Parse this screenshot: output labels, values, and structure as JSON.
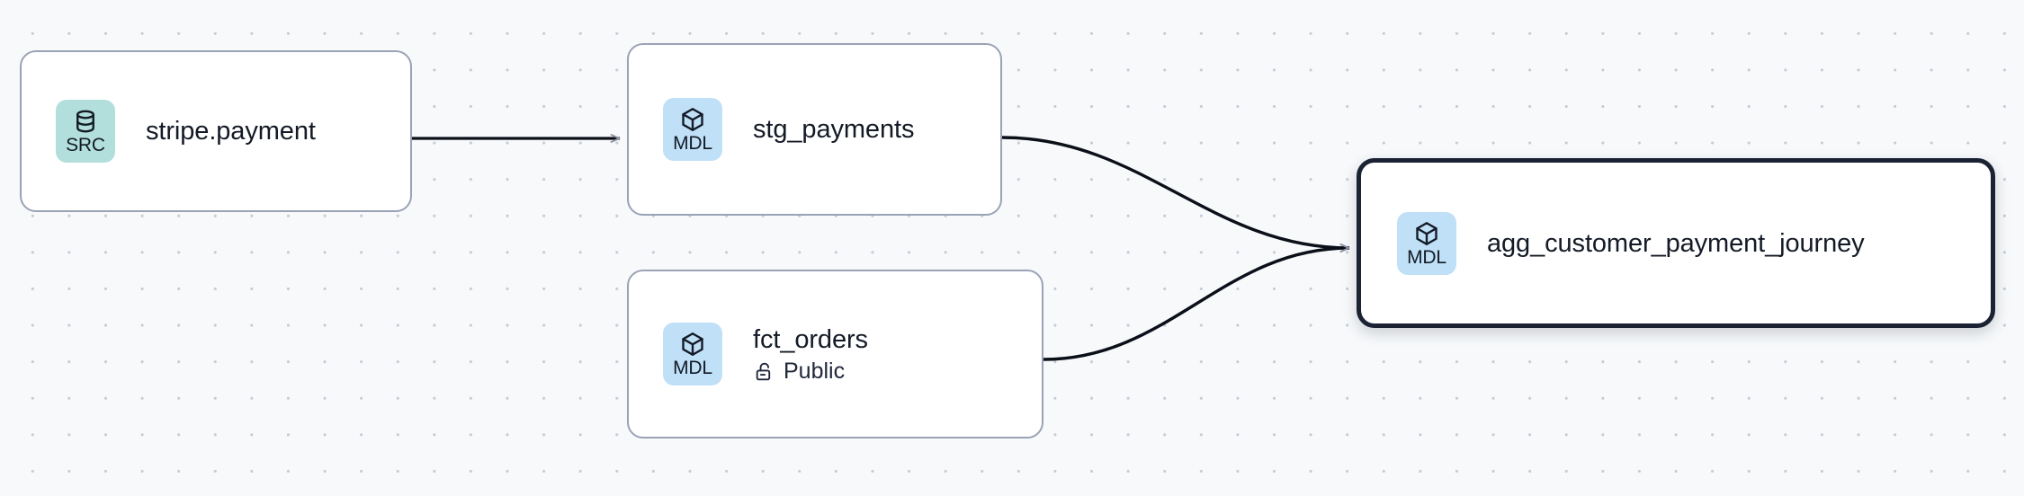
{
  "canvas": {
    "background_color": "#f7f9fb",
    "dot_grid_color": "#c7cbd6",
    "edge_color": "#0b0f18",
    "arrow_color": "#8f95a3"
  },
  "graph": {
    "title": "data lineage graph",
    "nodes": [
      {
        "id": "stripe-payment",
        "badge_label": "SRC",
        "badge_icon": "database-icon",
        "badge_color": "#b2dfdb",
        "title": "stripe.payment",
        "subtitle": null,
        "subtitle_icon": null,
        "selected": false
      },
      {
        "id": "stg-payments",
        "badge_label": "MDL",
        "badge_icon": "cube-icon",
        "badge_color": "#bfe0f7",
        "title": "stg_payments",
        "subtitle": null,
        "subtitle_icon": null,
        "selected": false
      },
      {
        "id": "fct-orders",
        "badge_label": "MDL",
        "badge_icon": "cube-icon",
        "badge_color": "#bfe0f7",
        "title": "fct_orders",
        "subtitle": "Public",
        "subtitle_icon": "unlock-icon",
        "selected": false
      },
      {
        "id": "agg-customer-payment-journey",
        "badge_label": "MDL",
        "badge_icon": "cube-icon",
        "badge_color": "#bfe0f7",
        "title": "agg_customer_payment_journey",
        "subtitle": null,
        "subtitle_icon": null,
        "selected": true
      }
    ],
    "edges": [
      {
        "id": "edge-stripe-to-stg",
        "from": "stripe-payment",
        "to": "stg-payments",
        "shape": "straight"
      },
      {
        "id": "edge-stg-to-agg",
        "from": "stg-payments",
        "to": "agg-customer-payment-journey",
        "shape": "bezier"
      },
      {
        "id": "edge-fct-to-agg",
        "from": "fct-orders",
        "to": "agg-customer-payment-journey",
        "shape": "bezier"
      }
    ]
  }
}
